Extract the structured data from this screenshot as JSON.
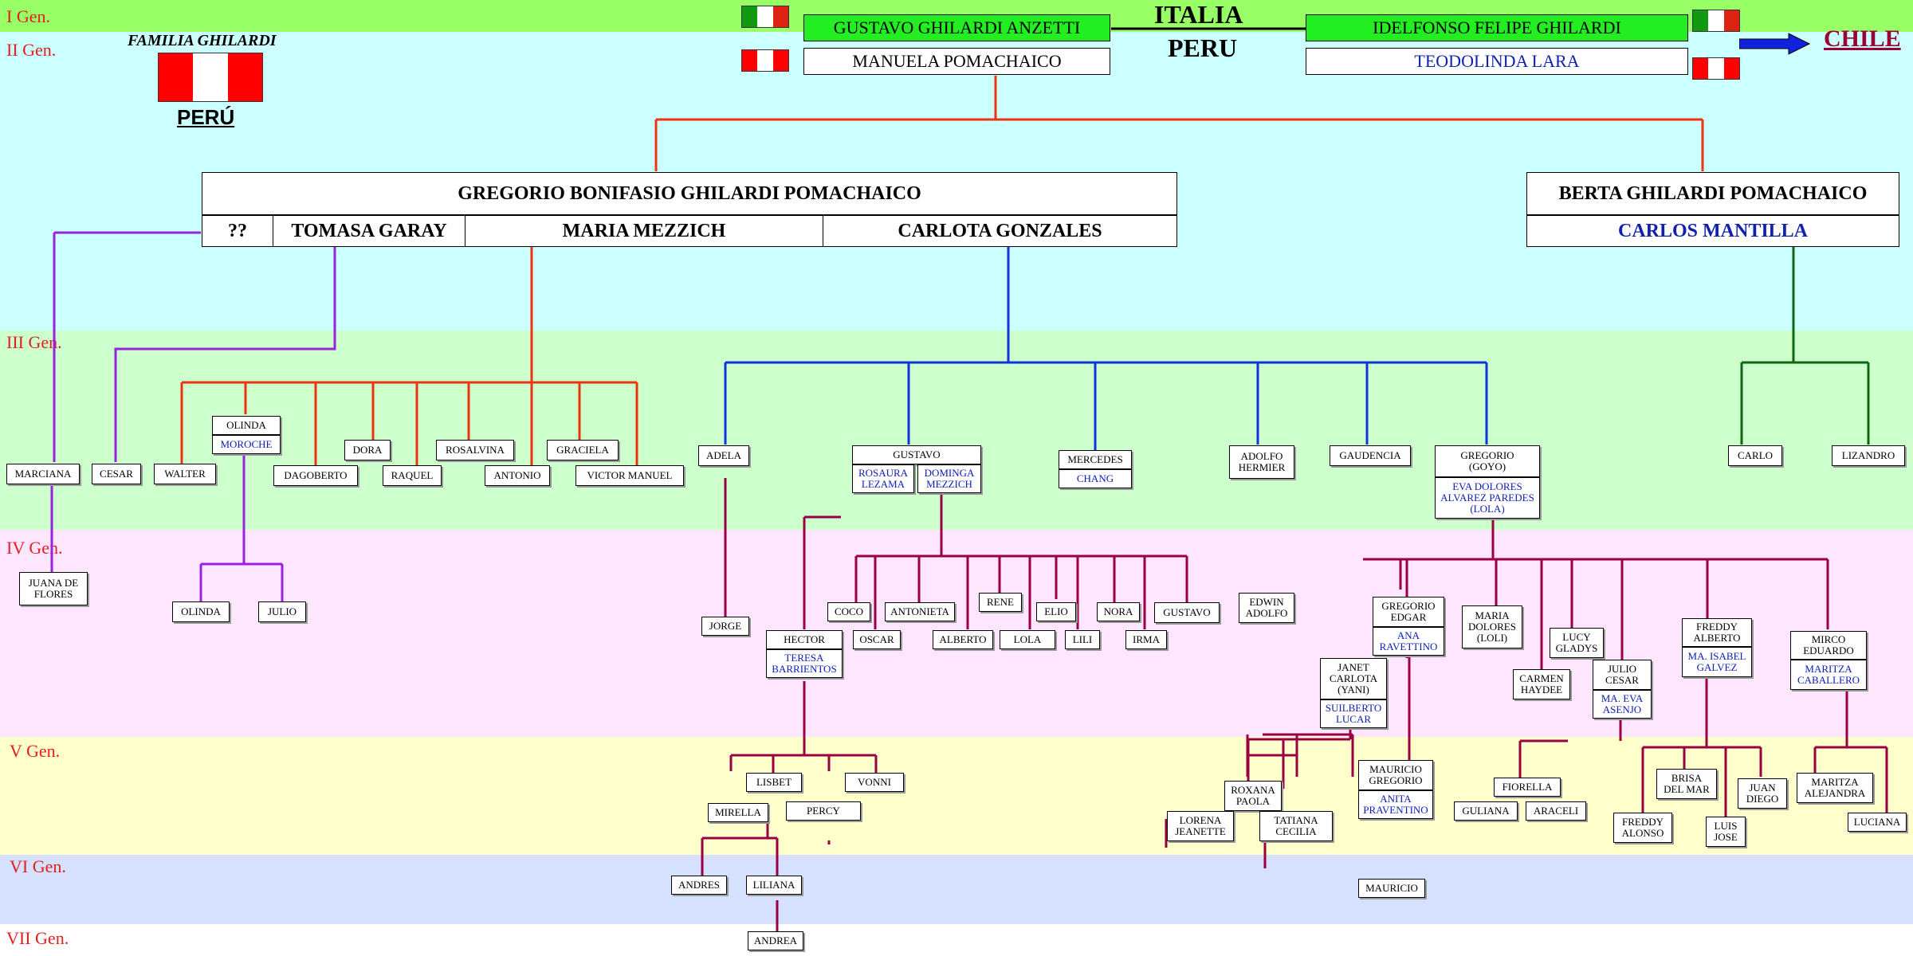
{
  "generations": [
    "I Gen.",
    "II Gen.",
    "III Gen.",
    "IV Gen.",
    "V Gen.",
    "VI Gen.",
    "VII Gen."
  ],
  "header": {
    "family_title": "FAMILIA GHILARDI",
    "country_left": "PERÚ",
    "italia": "ITALIA",
    "peru": "PERU",
    "chile": "CHILE"
  },
  "founders": {
    "gustavo": "GUSTAVO GHILARDI ANZETTI",
    "manuela": "MANUELA POMACHAICO",
    "idelfonso": "IDELFONSO FELIPE GHILARDI",
    "teodolinda": "TEODOLINDA LARA"
  },
  "gen3_heads": {
    "gregorio": "GREGORIO BONIFASIO GHILARDI POMACHAICO",
    "wife_unknown": "??",
    "wife_tomasa": "TOMASA GARAY",
    "wife_maria": "MARIA MEZZICH",
    "wife_carlota": "CARLOTA GONZALES",
    "berta": "BERTA GHILARDI POMACHAICO",
    "carlos": "CARLOS MANTILLA"
  },
  "people": {
    "marciana": "MARCIANA",
    "cesar": "CESAR",
    "walter": "WALTER",
    "olinda": "OLINDA",
    "moroche": "MOROCHE",
    "dagoberto": "DAGOBERTO",
    "dora": "DORA",
    "raquel": "RAQUEL",
    "rosalvina": "ROSALVINA",
    "antonio": "ANTONIO",
    "graciela": "GRACIELA",
    "victor": "VICTOR MANUEL",
    "adela": "ADELA",
    "gustavo": "GUSTAVO",
    "rosaura": "ROSAURA\nLEZAMA",
    "dominga": "DOMINGA\nMEZZICH",
    "mercedes": "MERCEDES",
    "chang": "CHANG",
    "adolfo": "ADOLFO\nHERMIER",
    "gaudencia": "GAUDENCIA",
    "gregorio_goyo": "GREGORIO\n(GOYO)",
    "eva": "EVA DOLORES\nALVAREZ PAREDES\n(LOLA)",
    "carlo": "CARLO",
    "lizandro": "LIZANDRO",
    "juana": "JUANA DE\nFLORES",
    "olinda2": "OLINDA",
    "julio": "JULIO",
    "jorge": "JORGE",
    "hector": "HECTOR",
    "teresa": "TERESA\nBARRIENTOS",
    "coco": "COCO",
    "oscar": "OSCAR",
    "antonieta": "ANTONIETA",
    "alberto": "ALBERTO",
    "rene": "RENE",
    "lola": "LOLA",
    "elio": "ELIO",
    "lili": "LILI",
    "nora": "NORA",
    "irma": "IRMA",
    "gustavo2": "GUSTAVO",
    "edwin": "EDWIN\nADOLFO",
    "gregorio_edgar": "GREGORIO\nEDGAR",
    "ana": "ANA\nRAVETTINO",
    "janet": "JANET\nCARLOTA\n(YANI)",
    "suilberto": "SUILBERTO\nLUCAR",
    "maria_dolores": "MARIA\nDOLORES\n(LOLI)",
    "carmen": "CARMEN\nHAYDEE",
    "lucy": "LUCY\nGLADYS",
    "julio_cesar": "JULIO\nCESAR",
    "ma_eva": "MA. EVA\nASENJO",
    "freddy": "FREDDY\nALBERTO",
    "ma_isabel": "MA. ISABEL\nGALVEZ",
    "mirco": "MIRCO\nEDUARDO",
    "maritza": "MARITZA\nCABALLERO",
    "lisbet": "LISBET",
    "vonni": "VONNI",
    "mirella": "MIRELLA",
    "percy": "PERCY",
    "roxana": "ROXANA\nPAOLA",
    "lorena": "LORENA\nJEANETTE",
    "tatiana": "TATIANA\nCECILIA",
    "mauricio_gregorio": "MAURICIO\nGREGORIO",
    "anita": "ANITA\nPRAVENTINO",
    "fiorella": "FIORELLA",
    "guliana": "GULIANA",
    "araceli": "ARACELI",
    "brisa": "BRISA\nDEL MAR",
    "juan_diego": "JUAN\nDIEGO",
    "freddy_alonso": "FREDDY\nALONSO",
    "luis_jose": "LUIS\nJOSE",
    "maritza_alejandra": "MARITZA\nALEJANDRA",
    "luciana": "LUCIANA",
    "andres": "ANDRES",
    "liliana": "LILIANA",
    "mauricio": "MAURICIO",
    "andrea": "ANDREA"
  },
  "colors": {
    "gen_label": "#e02020",
    "band_1": "#99ff66",
    "band_2": "#ccffff",
    "band_3": "#ccffcc",
    "band_4": "#ffe6ff",
    "band_5": "#ffffcc",
    "band_6": "#d6e0ff",
    "spouse_text": "#1020b0",
    "line_orange": "#ee3311",
    "line_purple": "#9922dd",
    "line_blue": "#1133dd",
    "line_maroon": "#990044",
    "line_green": "#116611",
    "chile_text": "#990033"
  }
}
